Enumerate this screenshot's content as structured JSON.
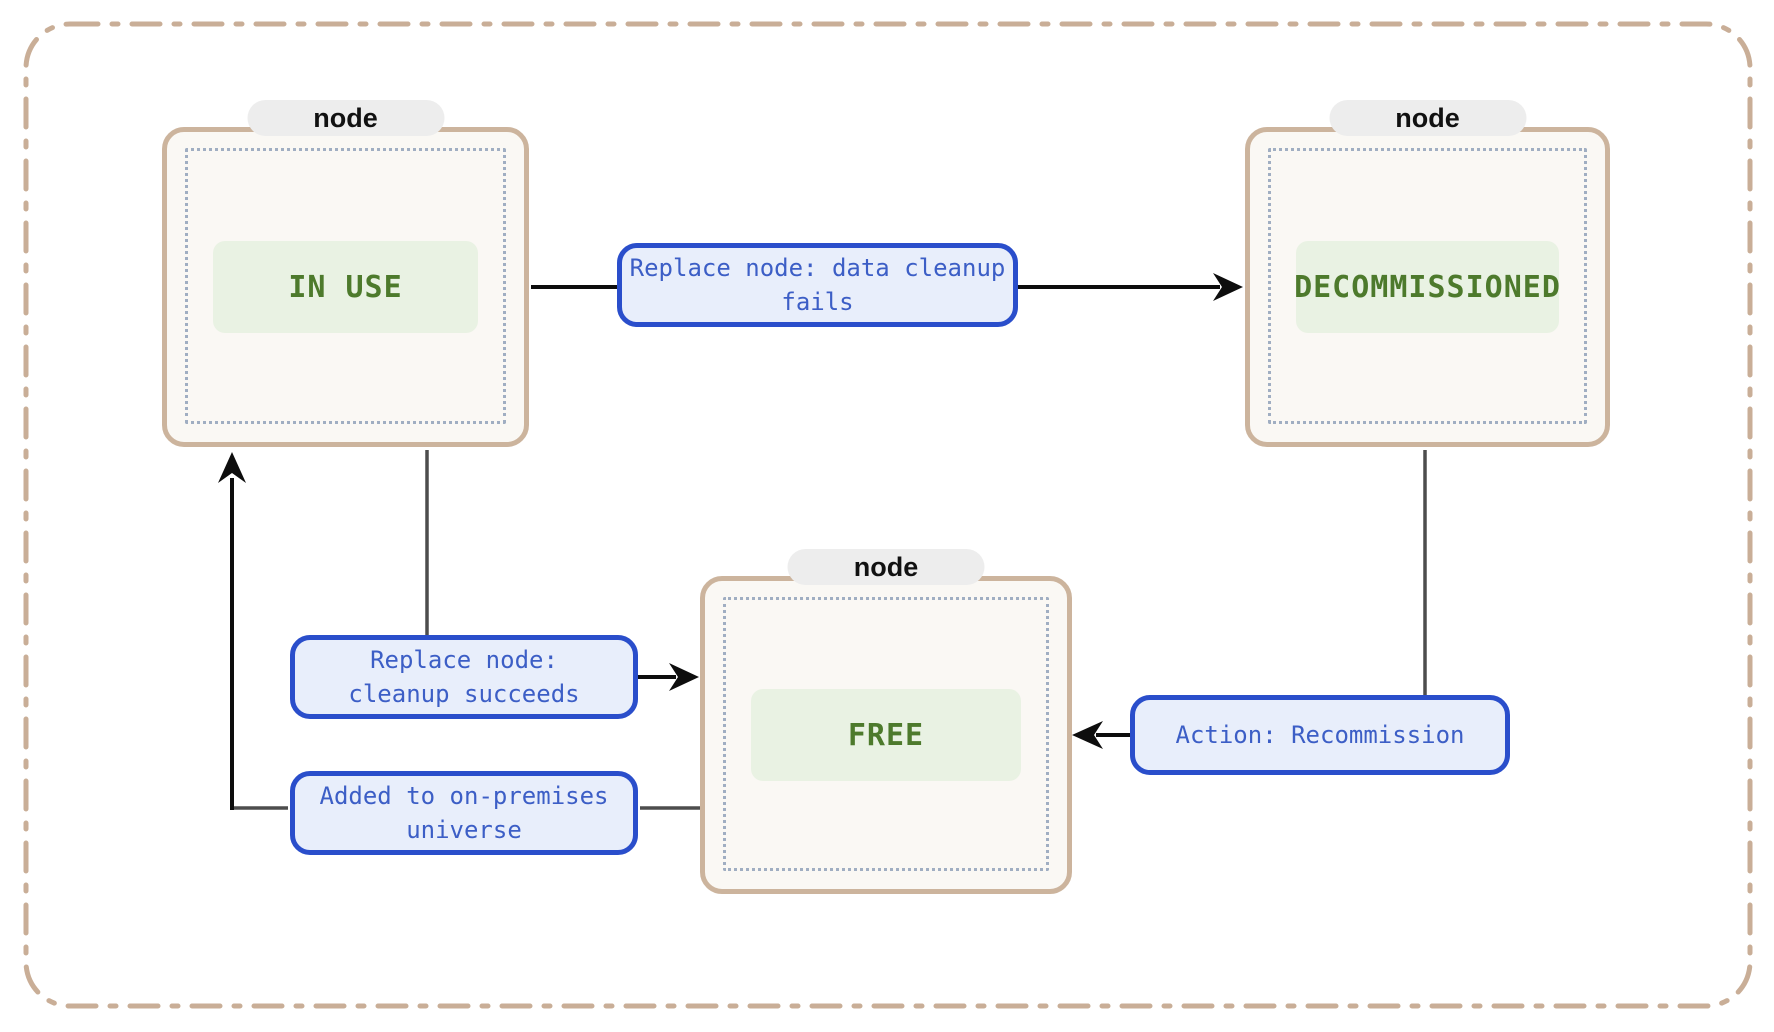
{
  "colors": {
    "canvas_border": "#c9ae97",
    "node_border": "#ccb49d",
    "node_fill": "#faf8f4",
    "dotted_border": "#a0aec2",
    "state_fill": "#e9f2e3",
    "state_text": "#4d7a2c",
    "pill_fill": "#ededed",
    "pill_text": "#111111",
    "edge_label_border": "#2a4ecb",
    "edge_label_fill": "#e8eefb",
    "edge_label_text": "#3c5ec6",
    "line": "#4d4d4d",
    "arrow": "#0d0d0d"
  },
  "nodes": [
    {
      "tag": "node",
      "state": "IN USE"
    },
    {
      "tag": "node",
      "state": "DECOMMISSIONED"
    },
    {
      "tag": "node",
      "state": "FREE"
    }
  ],
  "edges": [
    {
      "label": "Replace node: data cleanup\nfails"
    },
    {
      "label": "Replace node:\ncleanup succeeds"
    },
    {
      "label": "Added to on-premises\nuniverse"
    },
    {
      "label": "Action: Recommission"
    }
  ]
}
